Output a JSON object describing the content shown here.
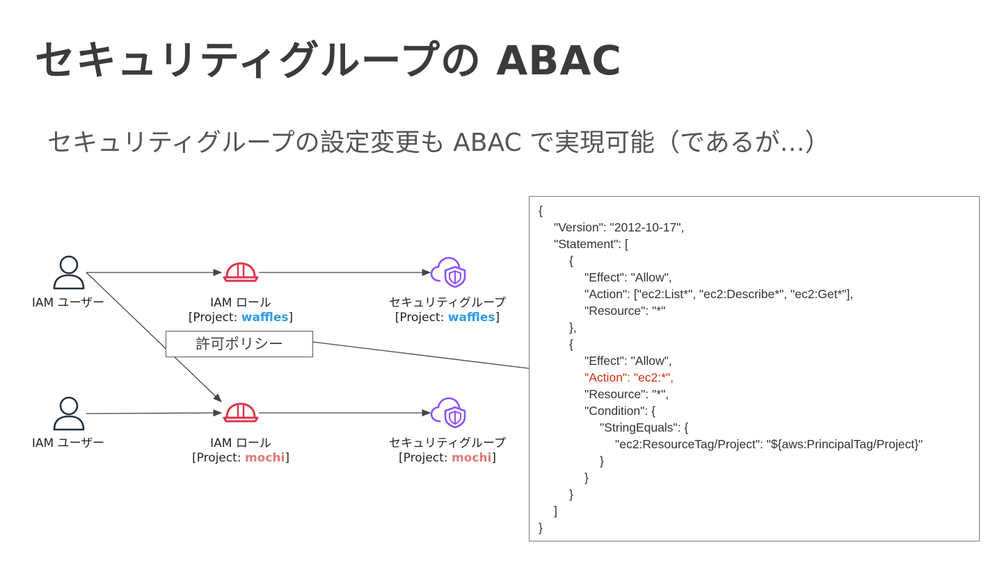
{
  "slide": {
    "title": "セキュリティグループの ABAC",
    "subtitle": "セキュリティグループの設定変更も ABAC で実現可能（であるが…）"
  },
  "diagram": {
    "rows": [
      {
        "user": {
          "label": "IAM ユーザー",
          "icon": "user-icon"
        },
        "role": {
          "label": "IAM ロール",
          "tag_prefix": "[Project: ",
          "tag_value": "waffles",
          "tag_suffix": "]",
          "icon": "hard-hat-icon"
        },
        "sg": {
          "label": "セキュリティグループ",
          "tag_prefix": "[Project: ",
          "tag_value": "waffles",
          "tag_suffix": "]",
          "icon": "cloud-shield-icon"
        },
        "tag_color": "#2e9be6"
      },
      {
        "user": {
          "label": "IAM ユーザー",
          "icon": "user-icon"
        },
        "role": {
          "label": "IAM ロール",
          "tag_prefix": "[Project: ",
          "tag_value": "mochi",
          "tag_suffix": "]",
          "icon": "hard-hat-icon"
        },
        "sg": {
          "label": "セキュリティグループ",
          "tag_prefix": "[Project: ",
          "tag_value": "mochi",
          "tag_suffix": "]",
          "icon": "cloud-shield-icon"
        },
        "tag_color": "#e07a7a"
      }
    ],
    "policy_label": "許可ポリシー"
  },
  "policy_json": {
    "lines": [
      {
        "text": "{",
        "indent": 0
      },
      {
        "text": "\"Version\": \"2012-10-17\",",
        "indent": 1
      },
      {
        "text": "\"Statement\": [",
        "indent": 1
      },
      {
        "text": "{",
        "indent": 2
      },
      {
        "text": "\"Effect\": \"Allow\",",
        "indent": 3
      },
      {
        "text": "\"Action\": [\"ec2:List*\", \"ec2:Describe*\", \"ec2:Get*\"],",
        "indent": 3
      },
      {
        "text": "\"Resource\": \"*\"",
        "indent": 3
      },
      {
        "text": "},",
        "indent": 2
      },
      {
        "text": "{",
        "indent": 2
      },
      {
        "text": "\"Effect\": \"Allow\",",
        "indent": 3
      },
      {
        "text": "\"Action\": \"ec2:*\",",
        "indent": 3,
        "highlight": true
      },
      {
        "text": "\"Resource\": \"*\",",
        "indent": 3
      },
      {
        "text": "\"Condition\": {",
        "indent": 3
      },
      {
        "text": "\"StringEquals\": {",
        "indent": 4
      },
      {
        "text": "\"ec2:ResourceTag/Project\": \"${aws:PrincipalTag/Project}\"",
        "indent": 5
      },
      {
        "text": "}",
        "indent": 4
      },
      {
        "text": "}",
        "indent": 3
      },
      {
        "text": "}",
        "indent": 2
      },
      {
        "text": "]",
        "indent": 1
      },
      {
        "text": "}",
        "indent": 0
      }
    ],
    "highlight_color": "#d13212"
  },
  "colors": {
    "role_icon": "#dd344c",
    "sg_icon": "#8c4fff",
    "user_icon": "#232f3e"
  }
}
